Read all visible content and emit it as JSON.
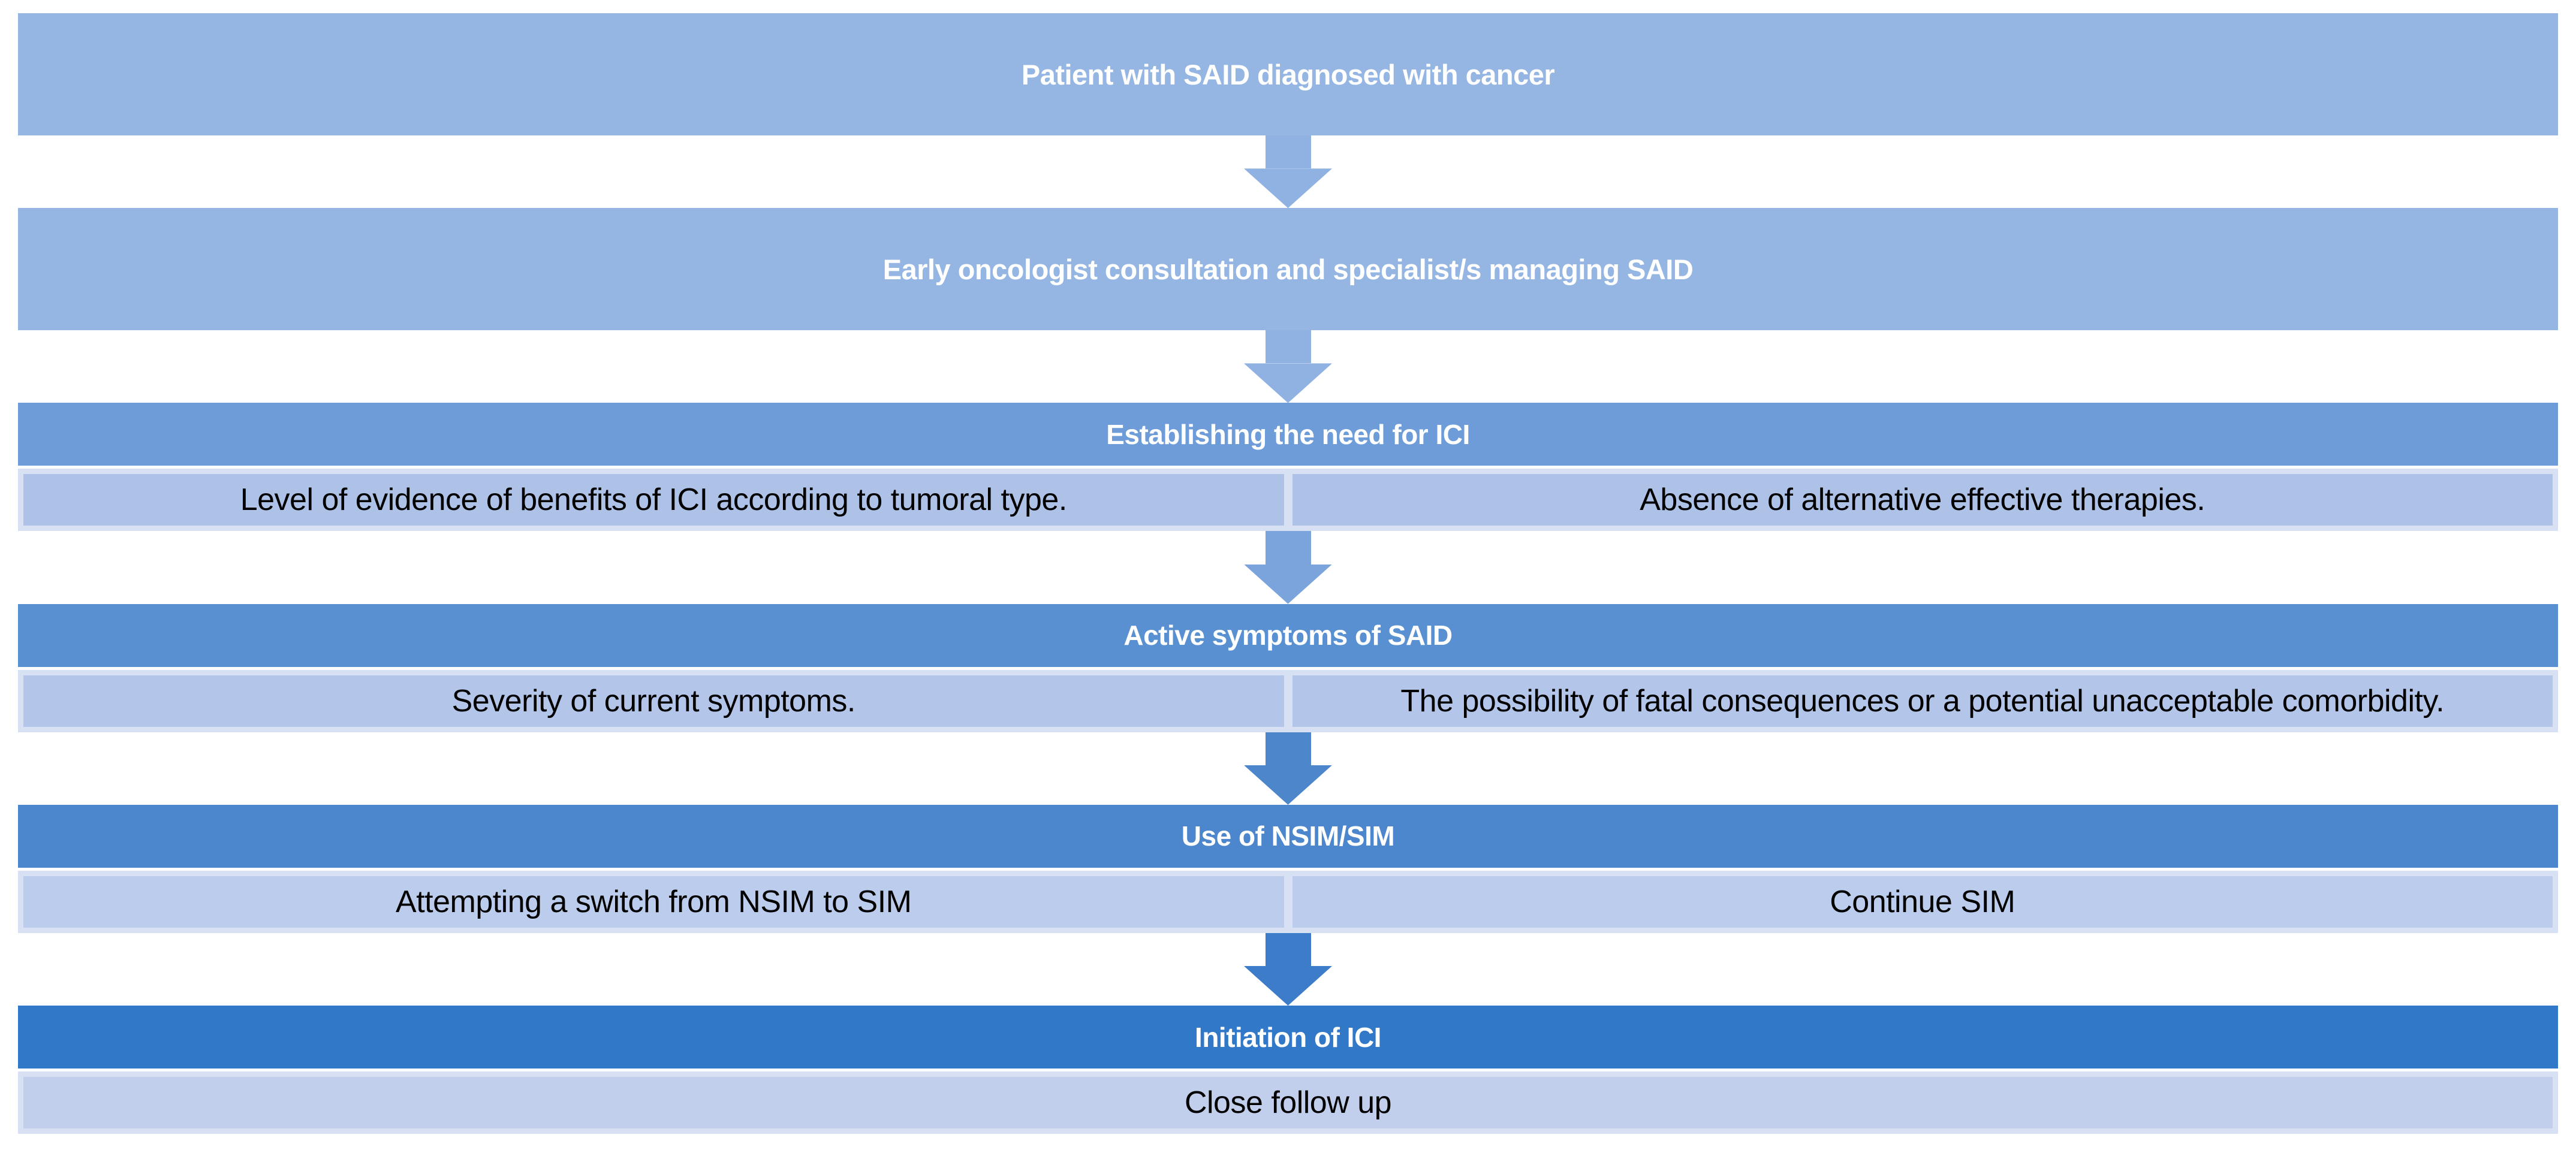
{
  "colors": {
    "bar_light": "#95B6E3",
    "arrow_1": "#8FB2E2",
    "arrow_2": "#8FB2E2",
    "arrow_3": "#7BA4DC",
    "arrow_4": "#4E86CC",
    "arrow_5": "#3D7CC9",
    "header_3": "#6D9CD9",
    "header_4": "#5990D2",
    "header_5": "#4C86CD",
    "header_6": "#3278C8",
    "cell_frame": "#D8E0F4",
    "cell_fill_3": "#AEC2E8",
    "cell_fill_4": "#B3C6E9",
    "cell_fill_5": "#BCCCEC",
    "cell_fill_6": "#C2CFEC",
    "header_text": "#FFFFFF",
    "cell_text": "#000000"
  },
  "steps": [
    {
      "label": "Patient with SAID diagnosed with cancer"
    },
    {
      "label": "Early oncologist consultation and specialist/s managing SAID"
    },
    {
      "header": "Establishing the need for ICI",
      "cells": [
        "Level of evidence of benefits of ICI according to tumoral type.",
        "Absence of alternative effective therapies."
      ]
    },
    {
      "header": "Active symptoms of SAID",
      "cells": [
        "Severity of current symptoms.",
        "The possibility of fatal consequences or a potential unacceptable comorbidity."
      ]
    },
    {
      "header": "Use of NSIM/SIM",
      "cells": [
        "Attempting a switch from NSIM to SIM",
        "Continue SIM"
      ]
    },
    {
      "header": "Initiation of ICI",
      "cells": [
        "Close follow up"
      ]
    }
  ]
}
